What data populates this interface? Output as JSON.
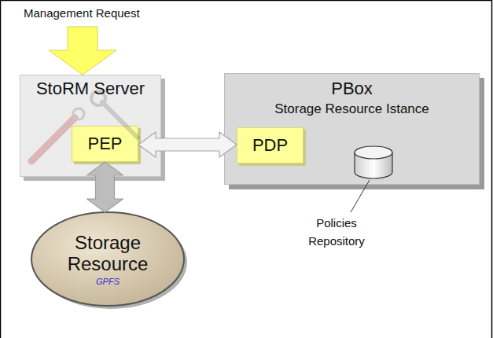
{
  "diagram": {
    "nodes": [
      {
        "text": [
          "StoRM Server"
        ]
      },
      {
        "text": [
          "PEP"
        ],
        "in": 0
      },
      {
        "text": [
          "PBox",
          "Storage Resource Istance"
        ]
      },
      {
        "text": [
          "PDP"
        ],
        "in": 2
      },
      {
        "text": [
          "Storage Resource",
          "GPFS"
        ]
      }
    ],
    "edges": [
      {
        "from": 1,
        "to": 3,
        "arrow": "both"
      },
      {
        "from": 1,
        "to": 4,
        "arrow": "both"
      }
    ],
    "labels": [
      "Management Request",
      "Policies Repository"
    ]
  }
}
